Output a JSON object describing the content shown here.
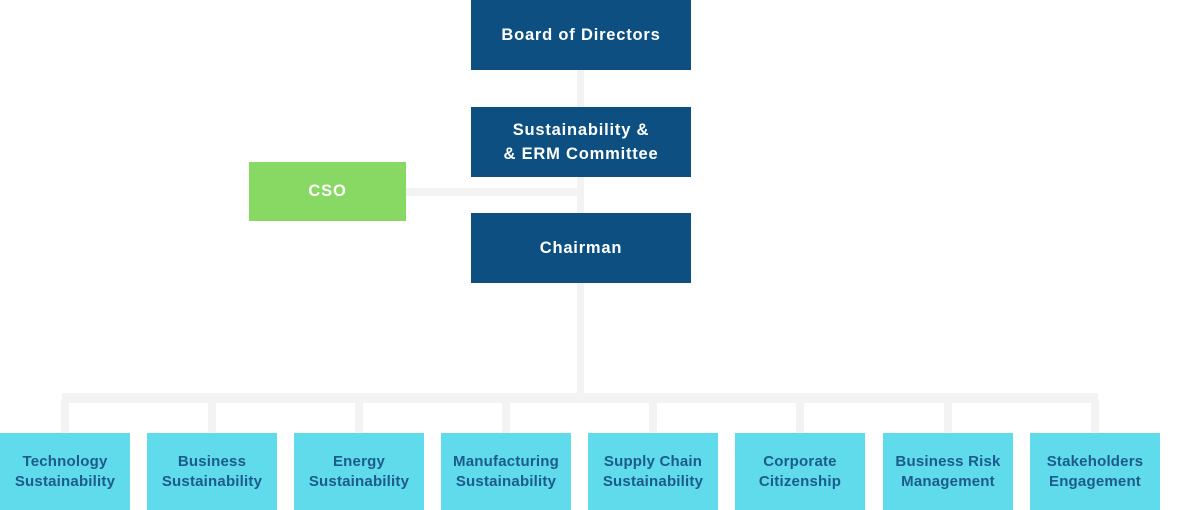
{
  "colors": {
    "dark_blue": "#0d4f80",
    "green": "#87d963",
    "cyan": "#5fdbeb",
    "line": "#f3f3f4",
    "dept_text": "#1d5b8b",
    "white_text": "#ffffff"
  },
  "org_chart": {
    "board": {
      "label": "Board of Directors"
    },
    "committee": {
      "label_line1": "Sustainability &",
      "label_line2": "& ERM Committee"
    },
    "cso": {
      "label": "CSO"
    },
    "chairman": {
      "label": "Chairman"
    },
    "departments": [
      {
        "line1": "Technology",
        "line2": "Sustainability"
      },
      {
        "line1": "Business",
        "line2": "Sustainability"
      },
      {
        "line1": "Energy",
        "line2": "Sustainability"
      },
      {
        "line1": "Manufacturing",
        "line2": "Sustainability"
      },
      {
        "line1": "Supply Chain",
        "line2": "Sustainability"
      },
      {
        "line1": "Corporate",
        "line2": "Citizenship"
      },
      {
        "line1": "Business Risk",
        "line2": "Management"
      },
      {
        "line1": "Stakeholders",
        "line2": "Engagement"
      }
    ]
  }
}
